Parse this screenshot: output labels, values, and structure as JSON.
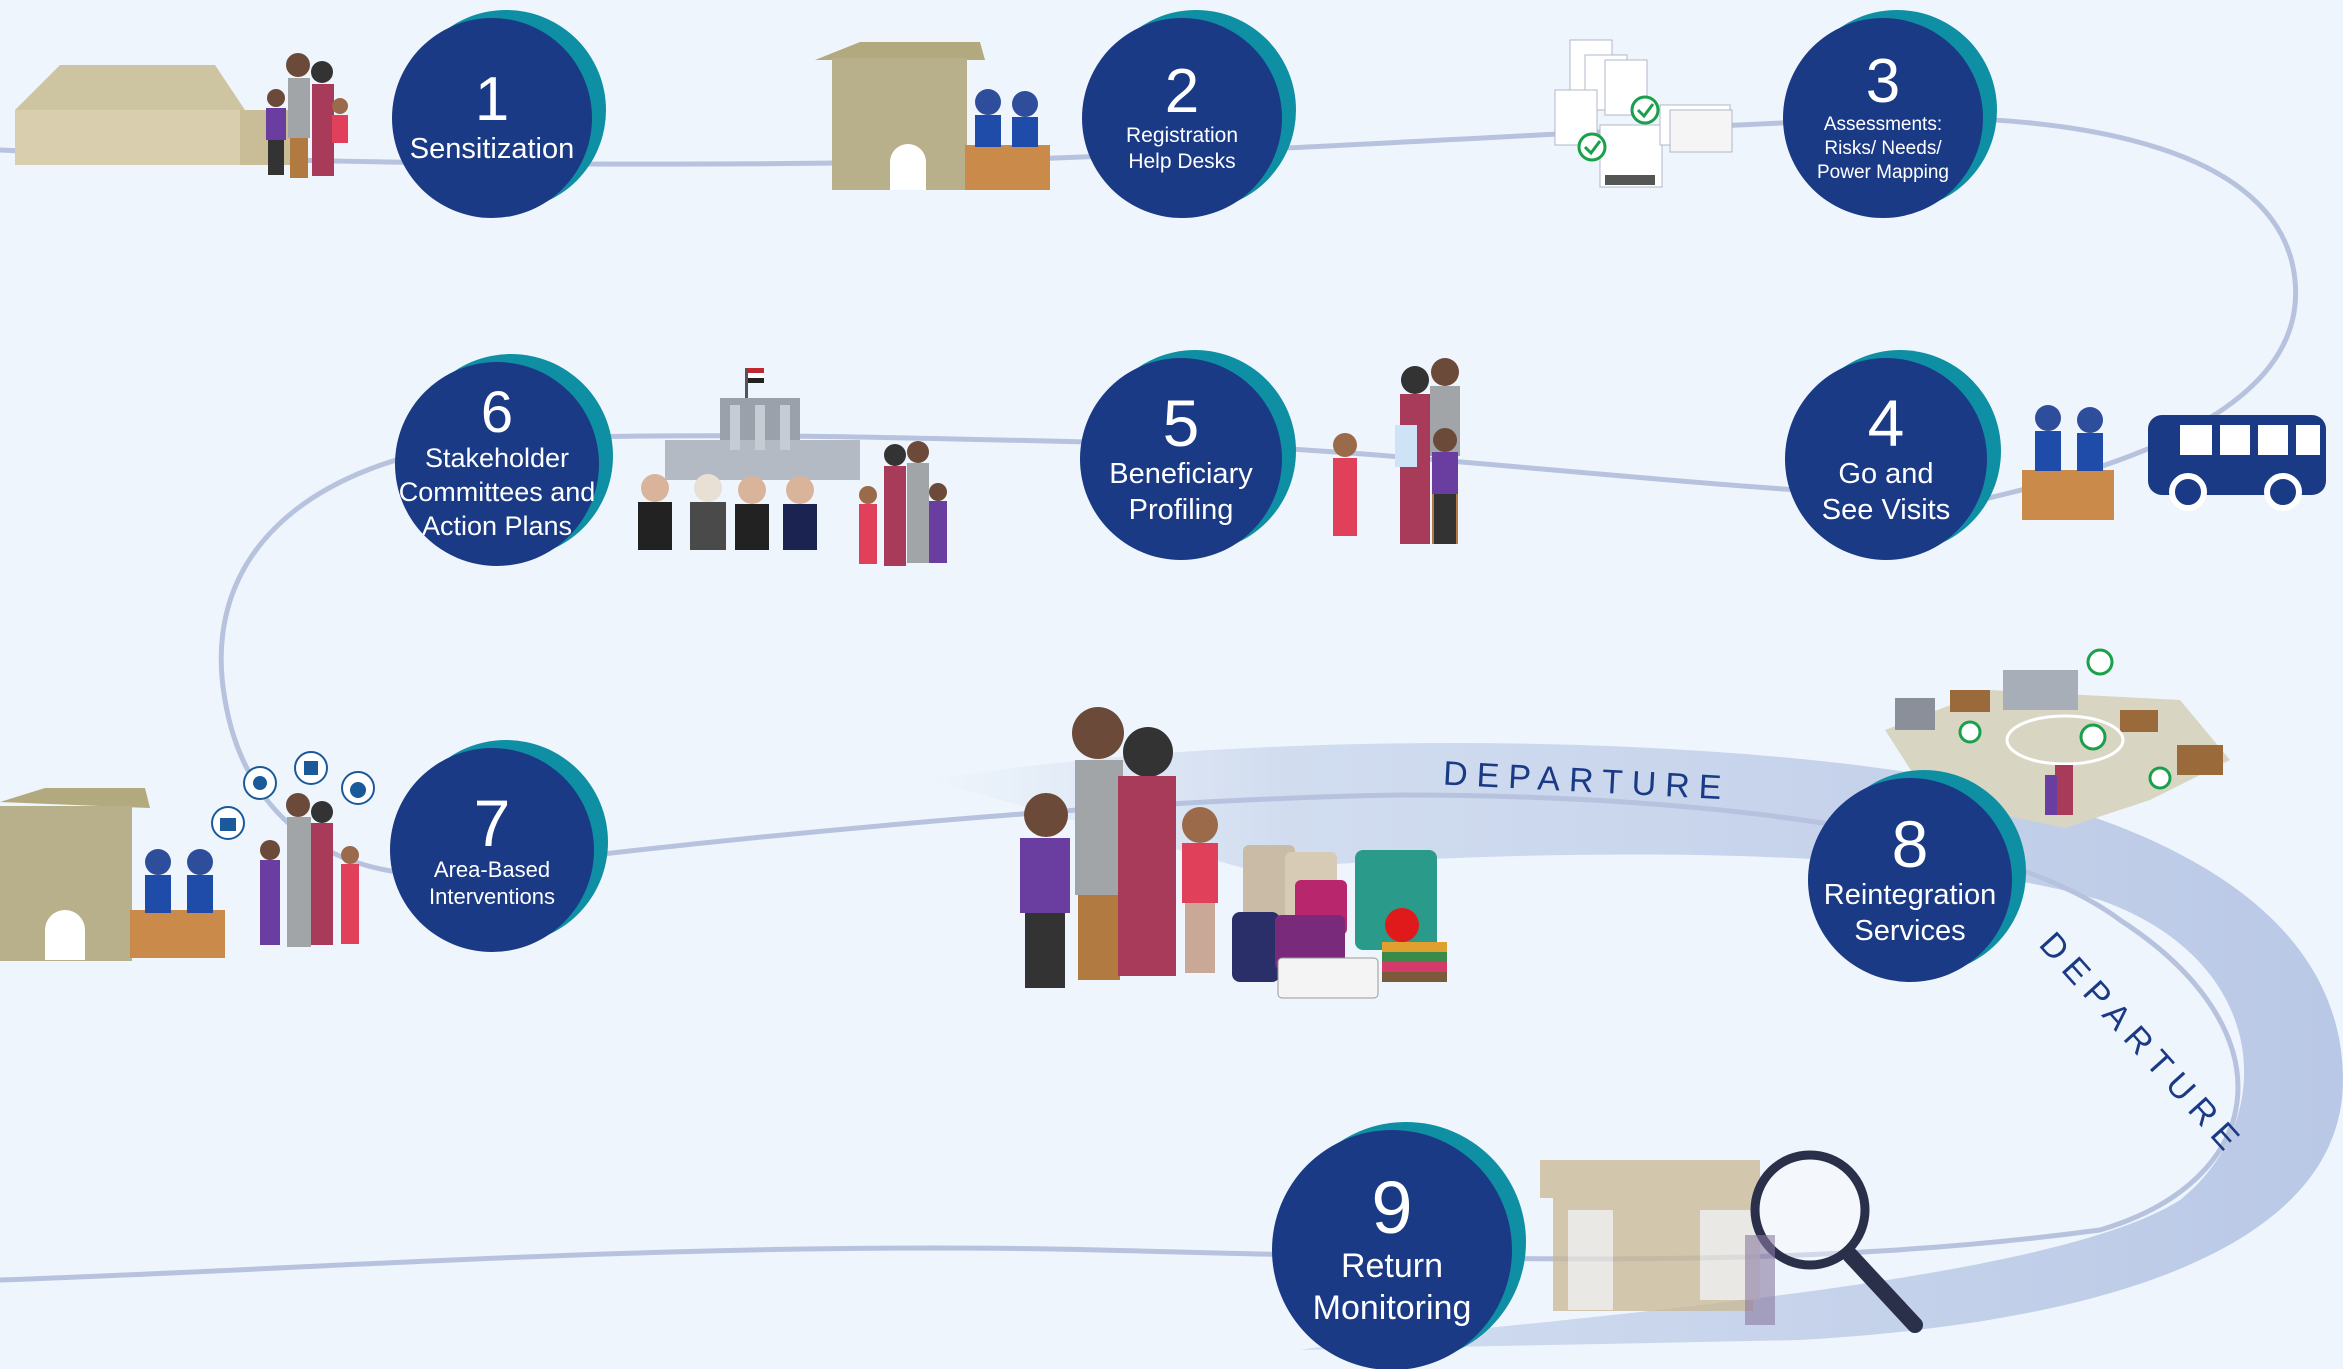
{
  "steps": [
    {
      "number": "1",
      "label": "Sensitization"
    },
    {
      "number": "2",
      "label": "Registration\nHelp Desks"
    },
    {
      "number": "3",
      "label": "Assessments:\nRisks/ Needs/\nPower Mapping"
    },
    {
      "number": "4",
      "label": "Go and\nSee Visits"
    },
    {
      "number": "5",
      "label": "Beneficiary\nProfiling"
    },
    {
      "number": "6",
      "label": "Stakeholder\nCommittees and\nAction Plans"
    },
    {
      "number": "7",
      "label": "Area-Based\nInterventions"
    },
    {
      "number": "8",
      "label": "Reintegration\nServices"
    },
    {
      "number": "9",
      "label": "Return\nMonitoring"
    }
  ],
  "departure_label": "DEPARTURE",
  "icons": [
    "tent-icon",
    "family-icon",
    "building-icon",
    "staff-icon",
    "documents-icon",
    "checkmark-icon",
    "bus-icon",
    "government-building-icon",
    "community-leaders-icon",
    "service-icons",
    "luggage-icon",
    "map-icon",
    "shelter-icon",
    "magnifier-icon"
  ],
  "colors": {
    "circle": "#1b3a86",
    "ring": "#0f8fa3",
    "path": "#b9c6e0",
    "band": "#c5d2ea",
    "background": "#eef5fc"
  }
}
